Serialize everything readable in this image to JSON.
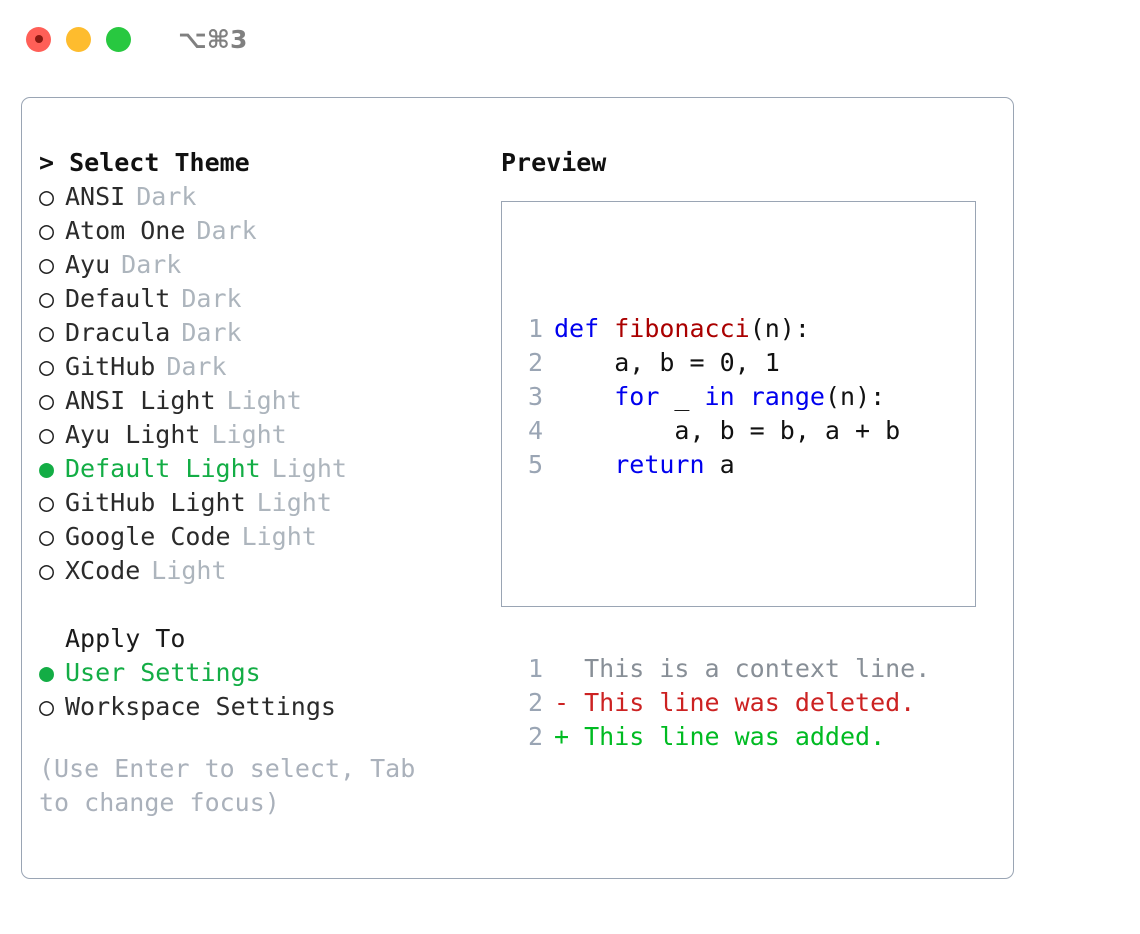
{
  "titlebar": {
    "dots": [
      "close-red",
      "minimize-yellow",
      "maximize-green"
    ],
    "shortcut": "⌥⌘3"
  },
  "colors": {
    "accent_green": "#13ad45",
    "muted_gray": "#adb5bd",
    "hint_gray": "#aab1bb",
    "border": "#9aa5b4",
    "keyword_blue": "#0000ee",
    "function_red": "#aa0000",
    "diff_delete_red": "#cc2222",
    "diff_add_green": "#00bb22",
    "diff_context_gray": "#888f97"
  },
  "theme_picker": {
    "title": "> Select Theme",
    "items": [
      {
        "marker": "○",
        "label": "ANSI",
        "suffix": "Dark",
        "selected": false
      },
      {
        "marker": "○",
        "label": "Atom One",
        "suffix": "Dark",
        "selected": false
      },
      {
        "marker": "○",
        "label": "Ayu",
        "suffix": "Dark",
        "selected": false
      },
      {
        "marker": "○",
        "label": "Default",
        "suffix": "Dark",
        "selected": false
      },
      {
        "marker": "○",
        "label": "Dracula",
        "suffix": "Dark",
        "selected": false
      },
      {
        "marker": "○",
        "label": "GitHub",
        "suffix": "Dark",
        "selected": false
      },
      {
        "marker": "○",
        "label": "ANSI Light",
        "suffix": "Light",
        "selected": false
      },
      {
        "marker": "○",
        "label": "Ayu Light",
        "suffix": "Light",
        "selected": false
      },
      {
        "marker": "●",
        "label": "Default Light",
        "suffix": "Light",
        "selected": true
      },
      {
        "marker": "○",
        "label": "GitHub Light",
        "suffix": "Light",
        "selected": false
      },
      {
        "marker": "○",
        "label": "Google Code",
        "suffix": "Light",
        "selected": false
      },
      {
        "marker": "○",
        "label": "XCode",
        "suffix": "Light",
        "selected": false
      }
    ]
  },
  "apply_to": {
    "heading": "Apply To",
    "items": [
      {
        "marker": "●",
        "label": "User Settings",
        "selected": true
      },
      {
        "marker": "○",
        "label": "Workspace Settings",
        "selected": false
      }
    ]
  },
  "hint": "(Use Enter to select, Tab to change focus)",
  "preview": {
    "title": "Preview",
    "code_lines": [
      {
        "no": "1",
        "segments": [
          {
            "t": "def ",
            "k": "kw"
          },
          {
            "t": "fibonacci",
            "k": "fn"
          },
          {
            "t": "(n):",
            "k": "plain"
          }
        ]
      },
      {
        "no": "2",
        "segments": [
          {
            "t": "    a, b = 0, 1",
            "k": "plain"
          }
        ]
      },
      {
        "no": "3",
        "segments": [
          {
            "t": "    ",
            "k": "plain"
          },
          {
            "t": "for",
            "k": "kw"
          },
          {
            "t": " _ ",
            "k": "plain"
          },
          {
            "t": "in",
            "k": "kw"
          },
          {
            "t": " ",
            "k": "plain"
          },
          {
            "t": "range",
            "k": "kw"
          },
          {
            "t": "(n):",
            "k": "plain"
          }
        ]
      },
      {
        "no": "4",
        "segments": [
          {
            "t": "        a, b = b, a + b",
            "k": "plain"
          }
        ]
      },
      {
        "no": "5",
        "segments": [
          {
            "t": "    ",
            "k": "plain"
          },
          {
            "t": "return",
            "k": "kw"
          },
          {
            "t": " a",
            "k": "plain"
          }
        ]
      }
    ],
    "diff_lines": [
      {
        "no": "1",
        "text": "  This is a context line.",
        "kind": "ctx"
      },
      {
        "no": "2",
        "text": "- This line was deleted.",
        "kind": "del"
      },
      {
        "no": "2",
        "text": "+ This line was added.",
        "kind": "add"
      }
    ]
  }
}
